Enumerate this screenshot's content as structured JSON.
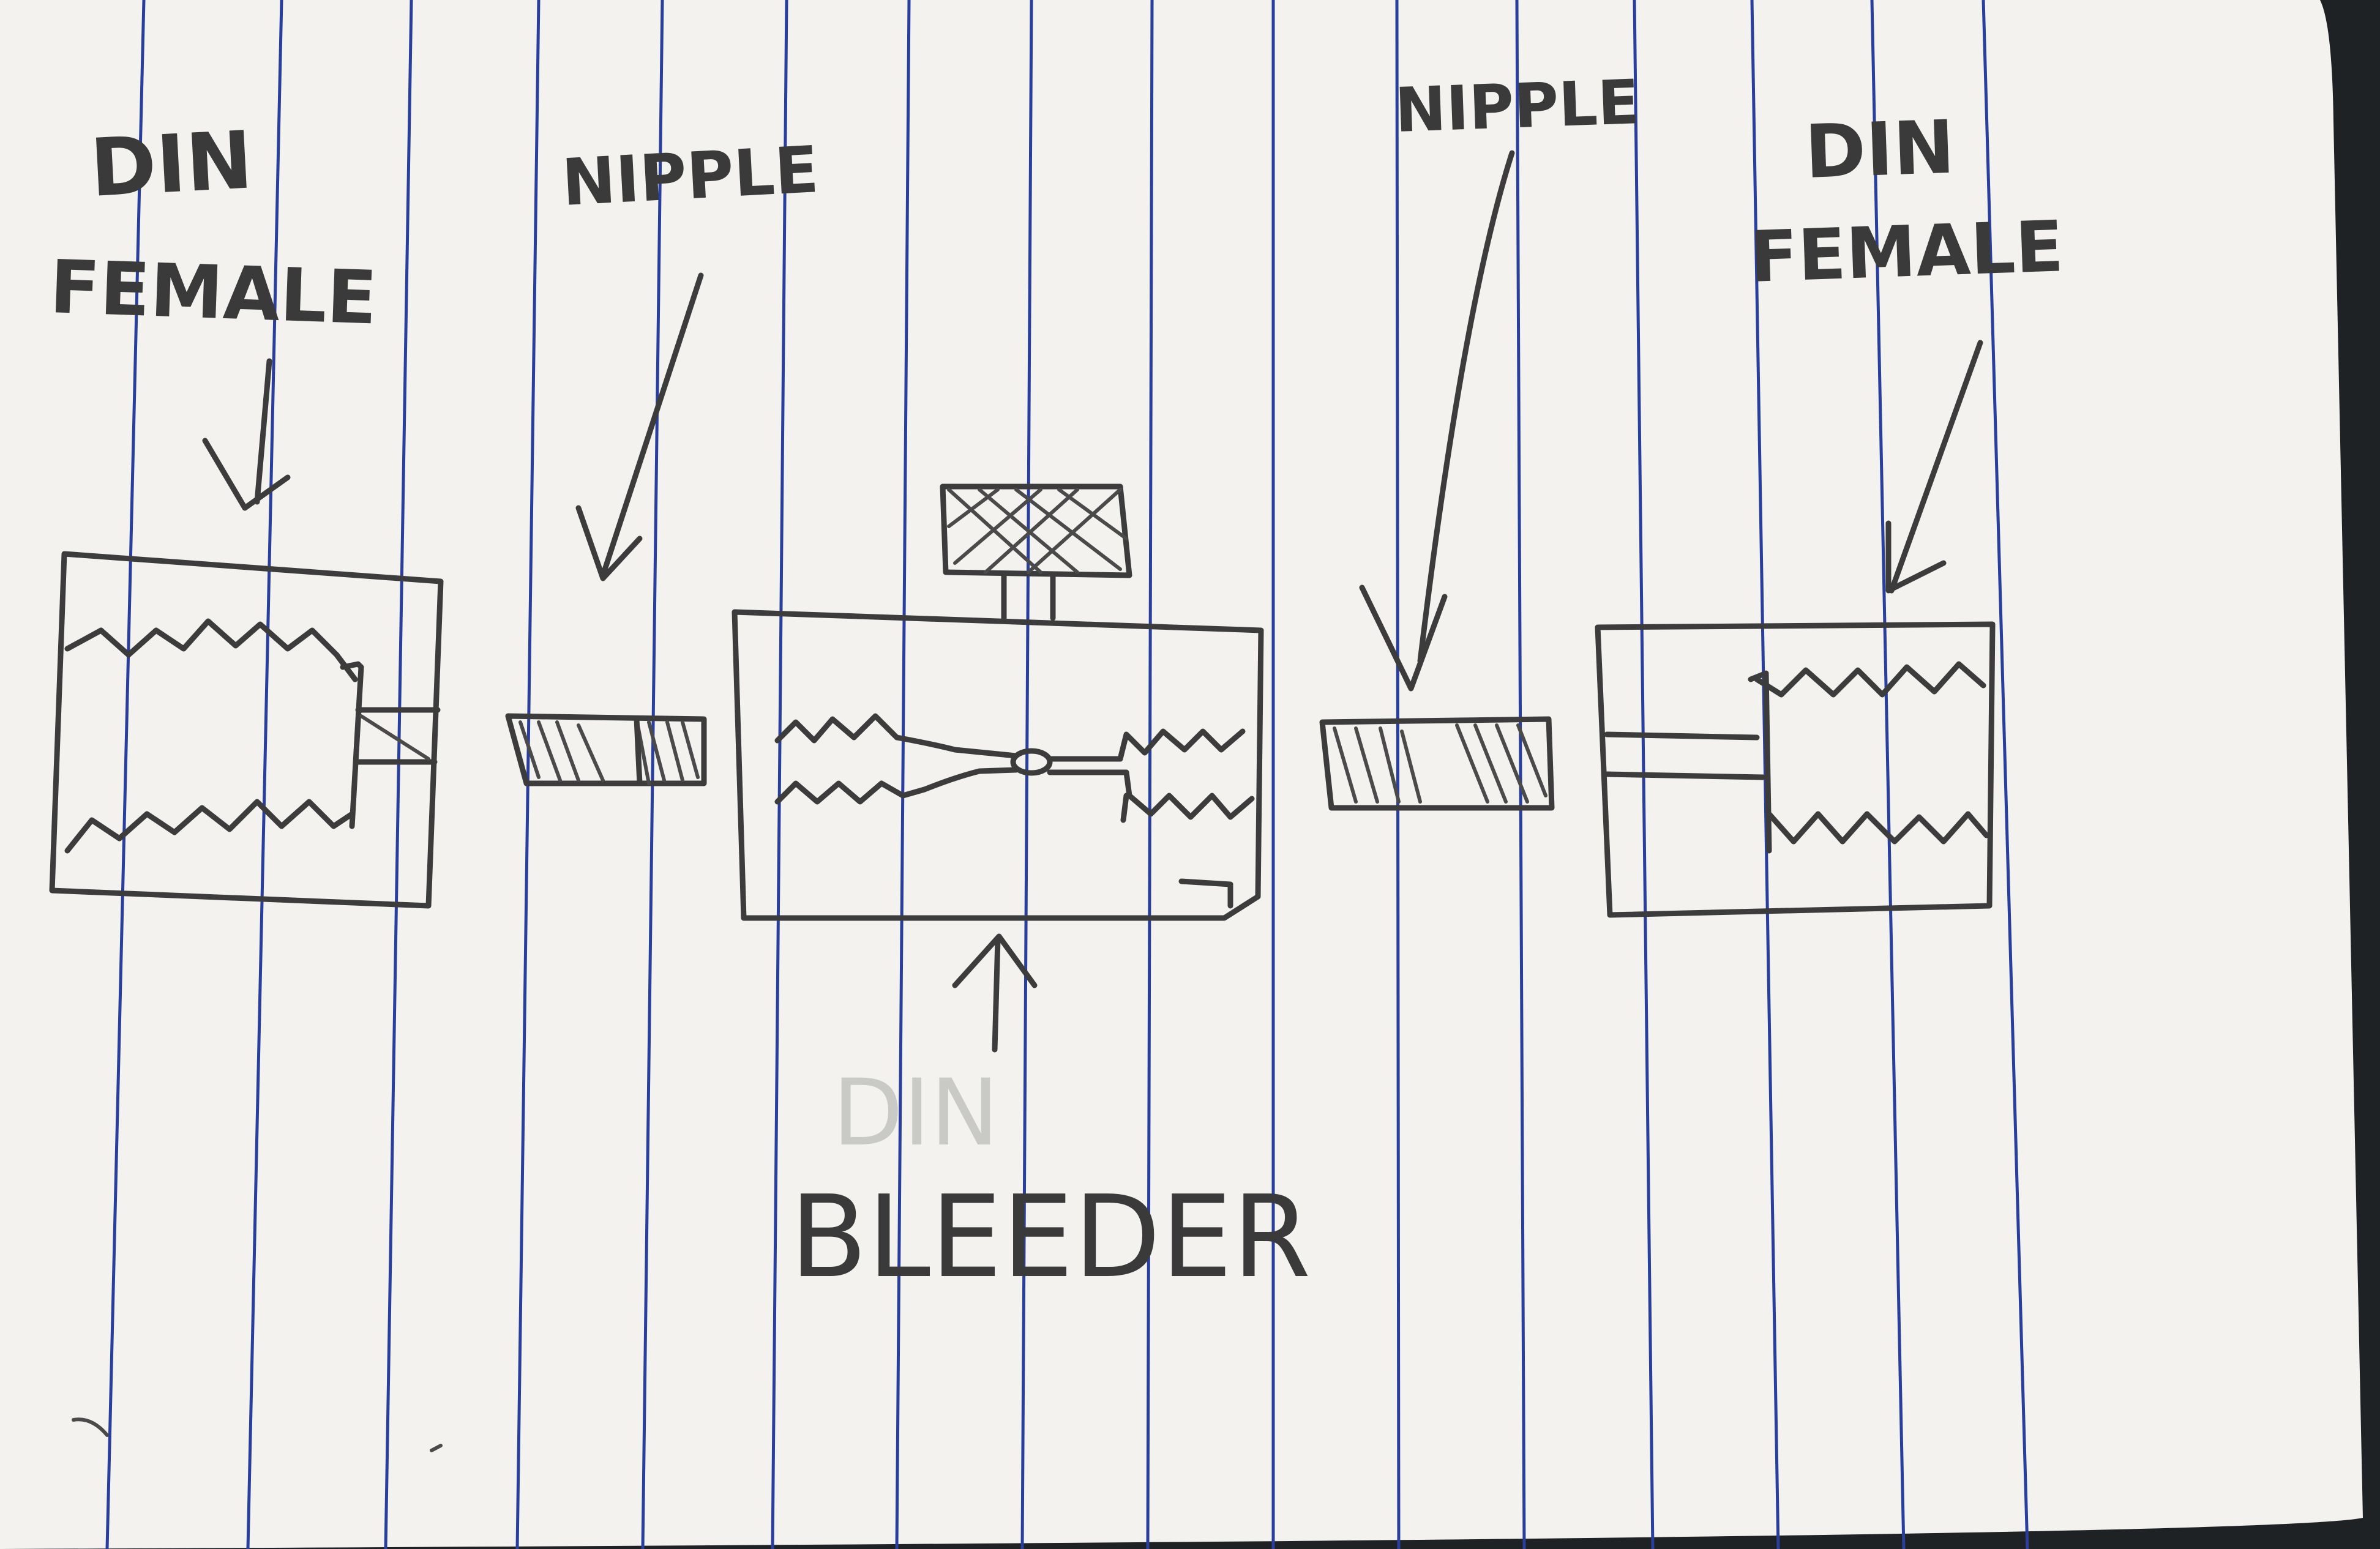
{
  "labels": {
    "left_part": [
      "DIN",
      "FEMALE"
    ],
    "left_nipple": "NIPPLE",
    "right_nipple": "NIPPLE",
    "right_part": [
      "DIN",
      "FEMALE"
    ],
    "center_part_faint": "DIN",
    "center_part": "BLEEDER"
  },
  "colors": {
    "paper": "#f3f2ee",
    "rule_lines": "#2a3f9c",
    "pencil": "#3c3c3c",
    "background": "#1f2225"
  }
}
